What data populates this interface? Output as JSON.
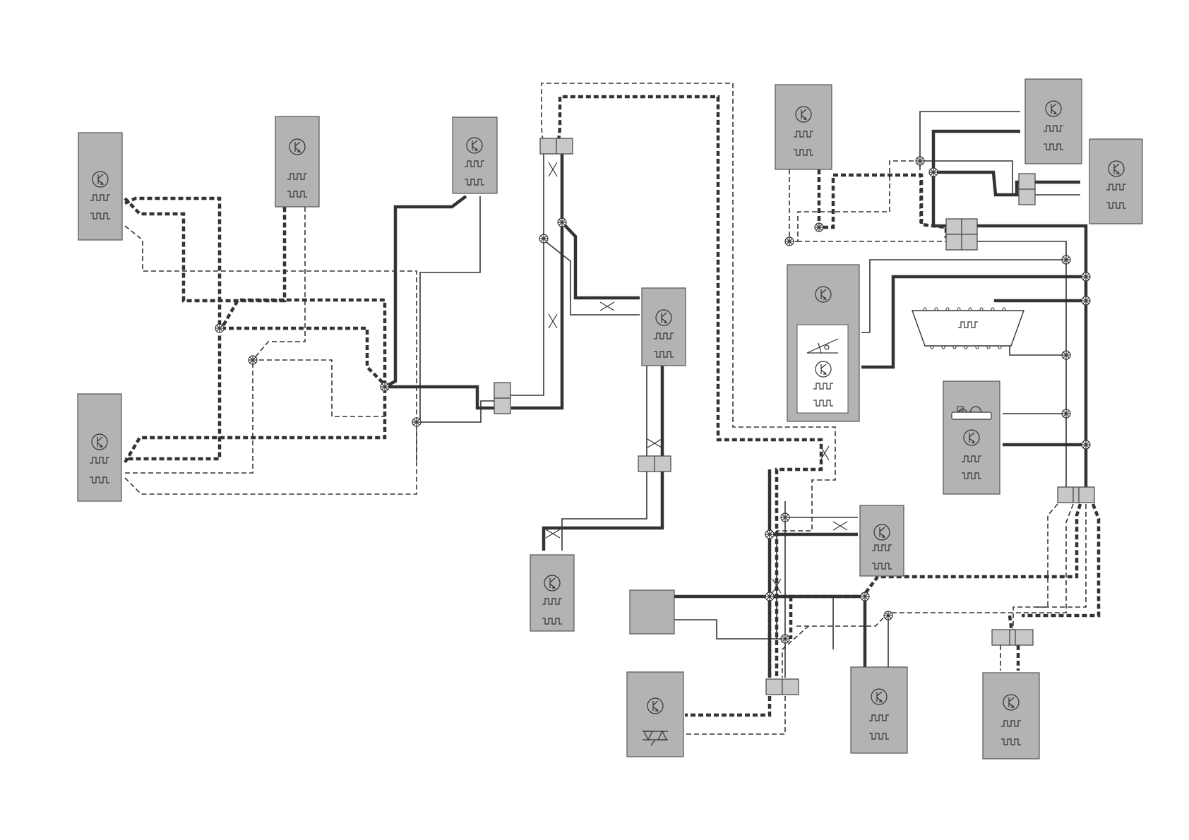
{
  "diagram": {
    "kind": "vehicle network wiring schematic",
    "colors": {
      "background": "#ffffff",
      "module_fill": "#b3b3b3",
      "wire": "#333333",
      "connector_fill": "#c8c8c8"
    },
    "wire_styles": [
      "thick-solid",
      "thin-solid",
      "thick-dashed",
      "thin-dashed"
    ],
    "icons": [
      "transistor-icon",
      "square-wave-icon",
      "inverted-square-wave-icon",
      "splice-icon",
      "twisted-pair-icon",
      "inline-connector-icon",
      "diagnostic-port-icon",
      "thyristor-icon",
      "tilt-sensor-icon",
      "instrument-cluster-icon"
    ]
  }
}
